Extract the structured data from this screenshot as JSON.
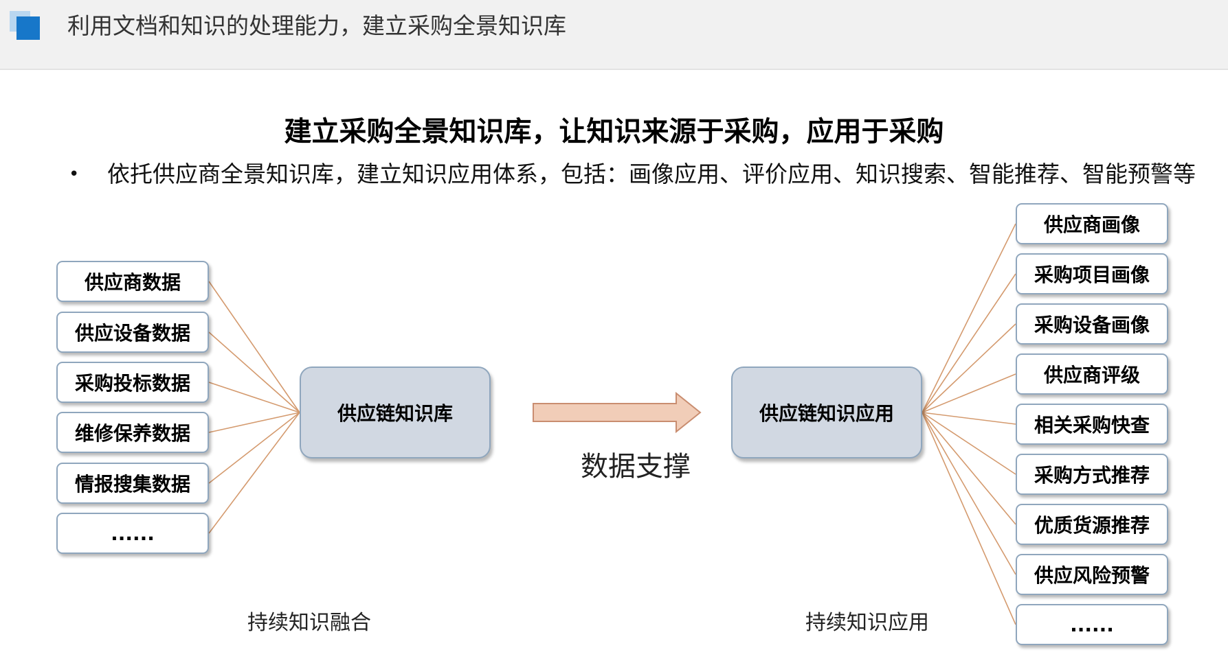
{
  "header": {
    "title": "利用文档和知识的处理能力，建立采购全景知识库"
  },
  "main": {
    "title": "建立采购全景知识库，让知识来源于采购，应用于采购",
    "bullet_marker": "•",
    "bullet_text": "依托供应商全景知识库，建立知识应用体系，包括：画像应用、评价应用、知识搜索、智能推荐、智能预警等"
  },
  "diagram": {
    "sources": [
      "供应商数据",
      "供应设备数据",
      "采购投标数据",
      "维修保养数据",
      "情报搜集数据",
      "......"
    ],
    "left_hub": "供应链知识库",
    "arrow_label": "数据支撑",
    "right_hub": "供应链知识应用",
    "applications": [
      "供应商画像",
      "采购项目画像",
      "采购设备画像",
      "供应商评级",
      "相关采购快查",
      "采购方式推荐",
      "优质货源推荐",
      "供应风险预警",
      "......"
    ],
    "left_footer": "持续知识融合",
    "right_footer": "持续知识应用"
  },
  "colors": {
    "connector": "#d49a6e",
    "hub_fill": "#d1d8e2",
    "box_border": "#8fa6bd",
    "arrow_fill": "#f1cdb8",
    "arrow_stroke": "#c98d70",
    "logo": "#1777c9"
  }
}
